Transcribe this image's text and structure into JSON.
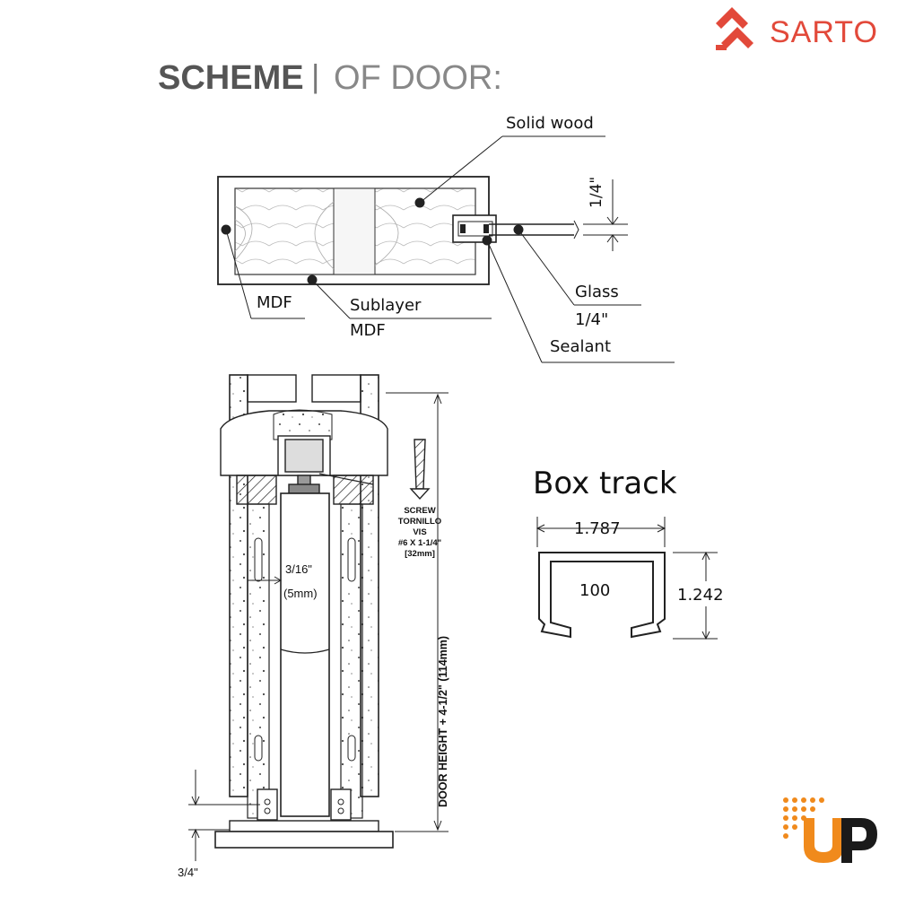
{
  "brand": {
    "name": "SARTO",
    "color": "#e2493a"
  },
  "heading": {
    "bold": "SCHEME",
    "separator": "|",
    "light": "OF DOOR:"
  },
  "cross_section": {
    "solid_wood": "Solid wood",
    "mdf": "MDF",
    "sublayer_line1": "Sublayer",
    "sublayer_line2": "MDF",
    "glass": "Glass",
    "glass_thickness": "1/4\"",
    "sealant": "Sealant",
    "dim_quarter": "1/4\""
  },
  "elevation": {
    "screw_line1": "SCREW",
    "screw_line2": "TORNILLO",
    "screw_line3": "VIS",
    "screw_line4": "#6 X 1-1/4\"",
    "screw_line5": "[32mm]",
    "gap_in": "3/16\"",
    "gap_mm": "(5mm)",
    "door_height": "DOOR HEIGHT + 4-1/2\" (114mm)",
    "floor_gap": "3/4\""
  },
  "box_track": {
    "title": "Box track",
    "width": "1.787",
    "height": "1.242",
    "model": "100"
  },
  "up_logo": {
    "letters": "UP",
    "orange": "#f08a1c",
    "dark": "#1a1a1a"
  }
}
